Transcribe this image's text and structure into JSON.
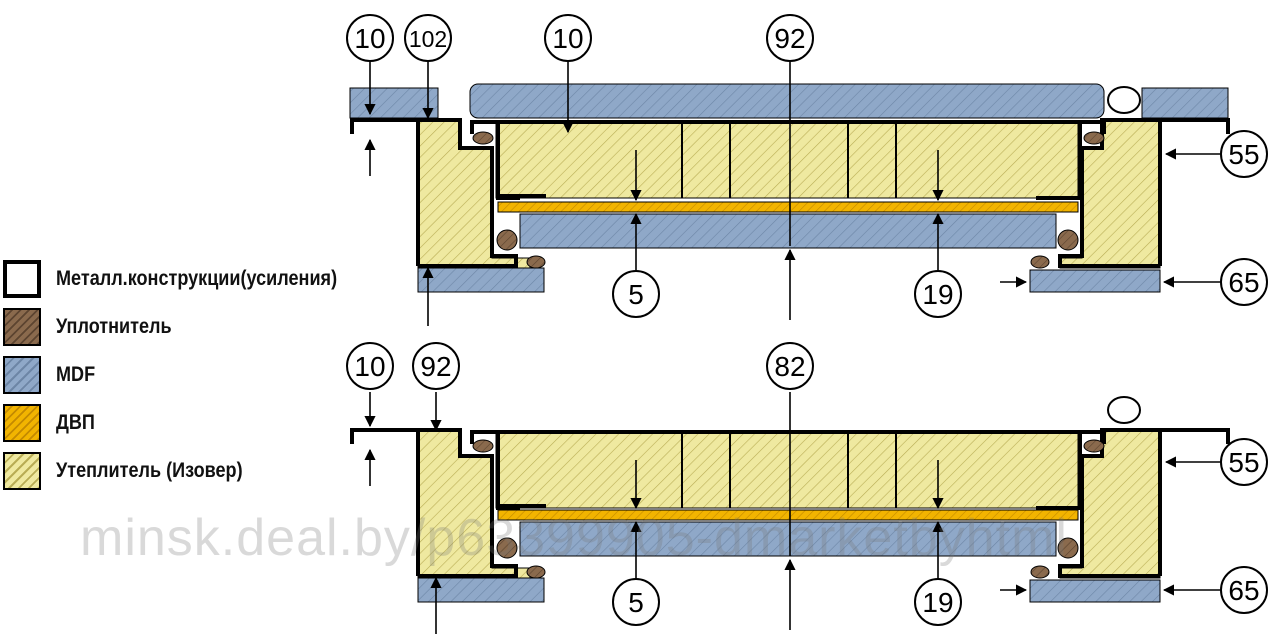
{
  "colors": {
    "metal": "#000000",
    "seal": "#8a6a4d",
    "mdf": "#8fa8c8",
    "dvp": "#f2b400",
    "insulation": "#efe9a0"
  },
  "legend": [
    {
      "key": "metal",
      "label": "Металл.конструкции(усиления)"
    },
    {
      "key": "seal",
      "label": "Уплотнитель"
    },
    {
      "key": "mdf",
      "label": "MDF"
    },
    {
      "key": "dvp",
      "label": "ДВП"
    },
    {
      "key": "insulation",
      "label": "Утеплитель (Изовер)"
    }
  ],
  "top_section": {
    "callouts": {
      "left_gap": "10",
      "frame": "102",
      "panel": "10",
      "door": "92",
      "gap": "55",
      "bottom": "65",
      "dvp": "5",
      "cavity": "19"
    }
  },
  "bottom_section": {
    "callouts": {
      "left_gap": "10",
      "frame": "92",
      "door": "82",
      "gap": "55",
      "bottom": "65",
      "dvp": "5",
      "cavity": "19"
    }
  },
  "watermark": "minsk.deal.by/p63399905-dmarketbyhtml"
}
